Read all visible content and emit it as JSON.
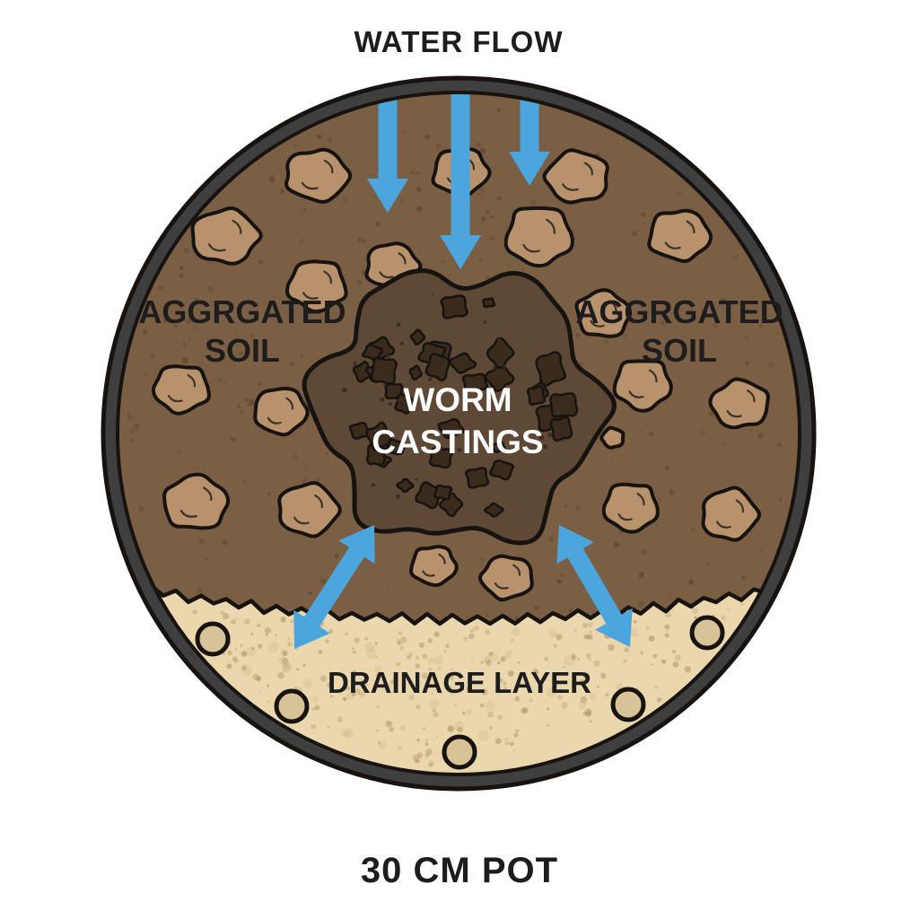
{
  "labels": {
    "water_flow": "WATER FLOW",
    "aggregated_soil_left_line1": "AGGRGATED",
    "aggregated_soil_left_line2": "SOIL",
    "aggregated_soil_right_line1": "AGGRGATED",
    "aggregated_soil_right_line2": "SOIL",
    "worm_castings_line1": "WORM",
    "worm_castings_line2": "CASTINGS",
    "drainage_layer": "DRAINAGE LAYER",
    "pot_size": "30 CM POT"
  },
  "colors": {
    "background": "#ffffff",
    "outline": "#171310",
    "rim": "#3f3f3f",
    "soil": "#7b5f45",
    "soil_speckle": "#54402a",
    "aggregate": "#b7926c",
    "castings": "#5e4936",
    "castings_spot": "#3a2b1d",
    "drainage": "#ead7ad",
    "drainage_speckle": "#ac9160",
    "drainage_hole": "#d8c298",
    "arrow": "#4aa6dc",
    "text_dark": "#1d1d1d",
    "text_light": "#ffffff"
  }
}
